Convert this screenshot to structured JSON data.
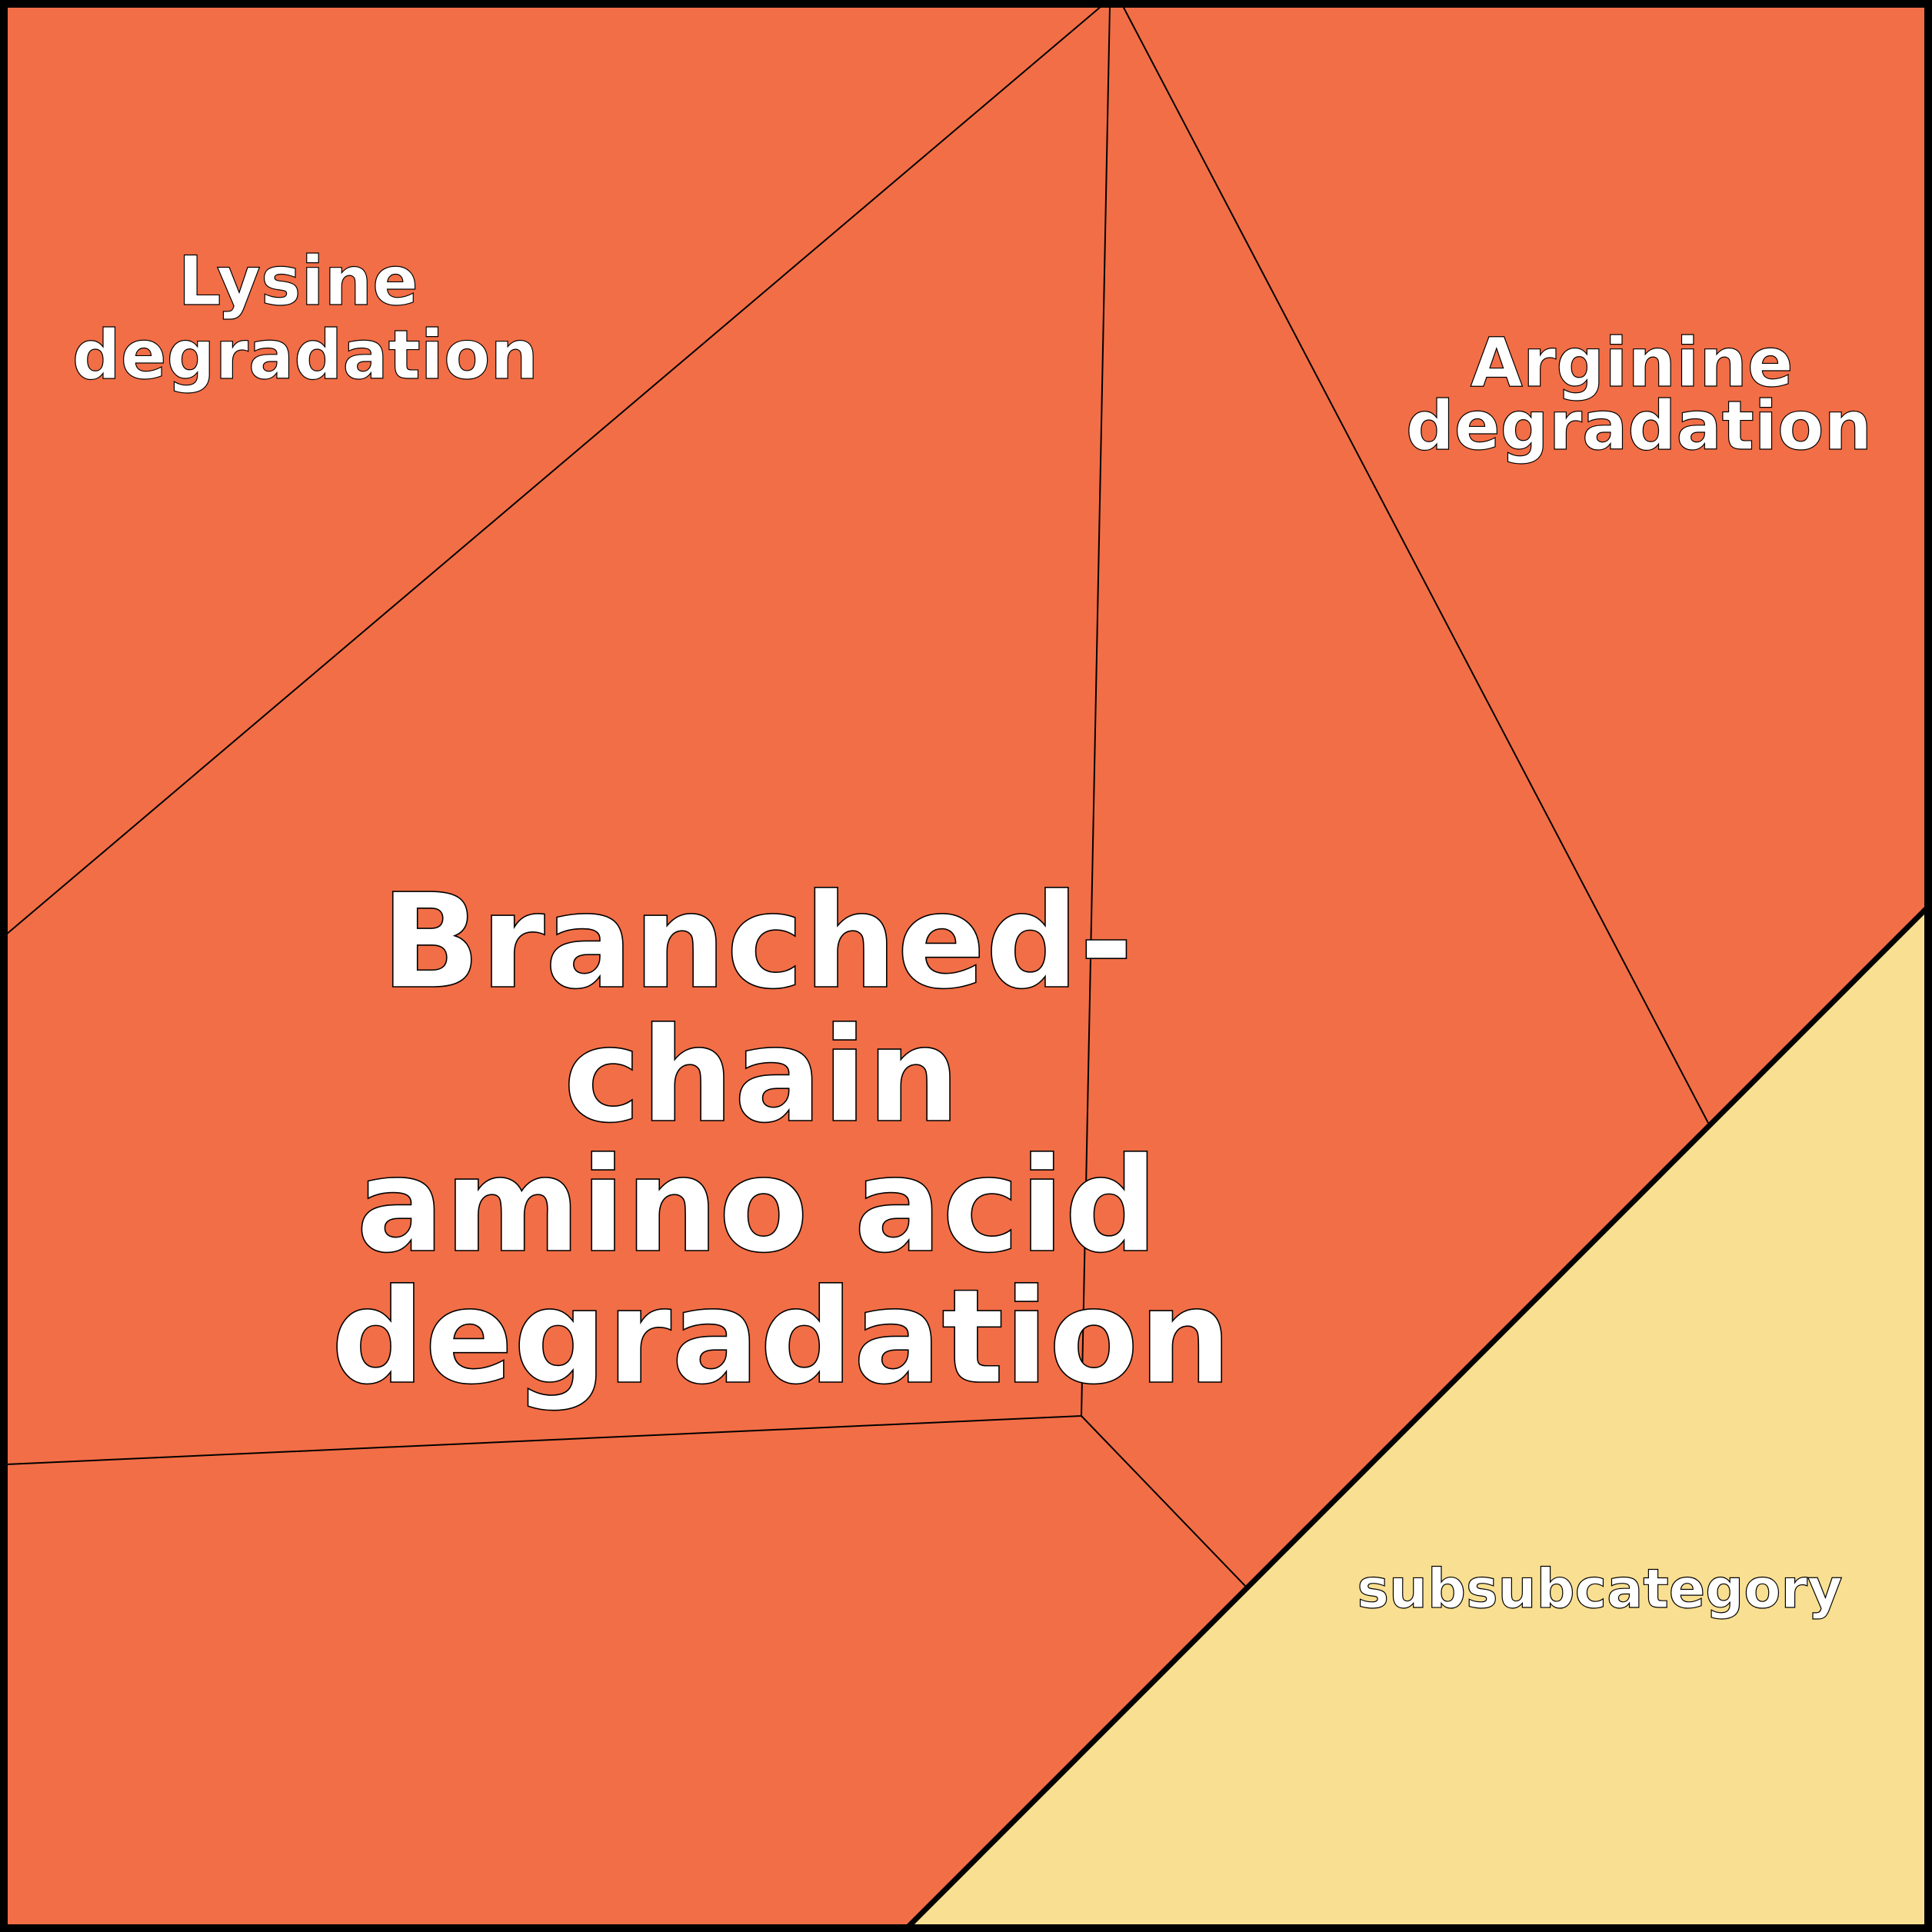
{
  "colors": {
    "region_fill": "#F26E46",
    "subcategory_fill": "#F9DF91",
    "line": "#000000",
    "text": "#FFFFFF"
  },
  "regions": {
    "lysine": {
      "label_lines": [
        "Lysine",
        "degradation"
      ]
    },
    "arginine": {
      "label_lines": [
        "Arginine",
        "degradation"
      ]
    },
    "branched": {
      "label_lines": [
        "Branched-",
        "chain",
        "amino acid",
        "degradation"
      ]
    },
    "subcategory": {
      "label": "subsubcategory"
    }
  }
}
